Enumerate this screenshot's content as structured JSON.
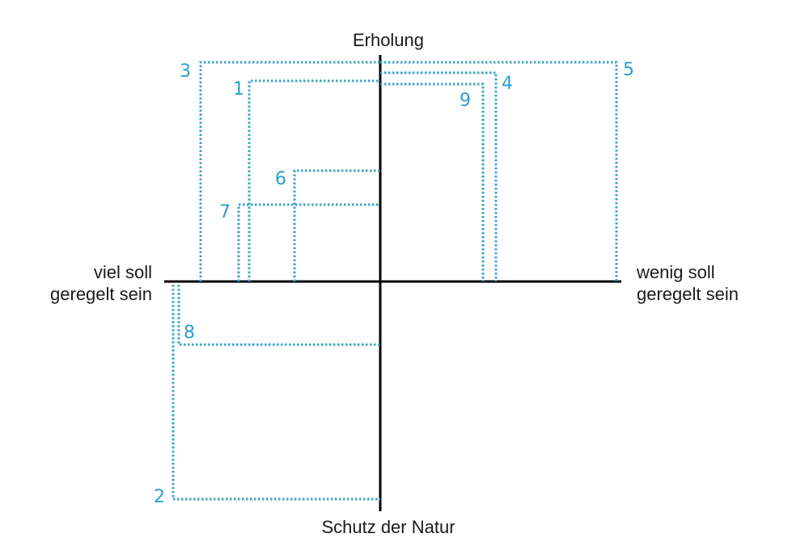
{
  "diagram": {
    "axes": {
      "top": "Erholung",
      "bottom": "Schutz der Natur",
      "left_line1": "viel soll",
      "left_line2": "geregelt sein",
      "right_line1": "wenig soll",
      "right_line2": "geregelt sein"
    },
    "colors": {
      "accent": "#3aa4c9",
      "number": "#2b9fd0",
      "axis": "#000000"
    },
    "boxes": [
      {
        "id": "1",
        "label": "1"
      },
      {
        "id": "2",
        "label": "2"
      },
      {
        "id": "3",
        "label": "3"
      },
      {
        "id": "4",
        "label": "4"
      },
      {
        "id": "5",
        "label": "5"
      },
      {
        "id": "6",
        "label": "6"
      },
      {
        "id": "7",
        "label": "7"
      },
      {
        "id": "8",
        "label": "8"
      },
      {
        "id": "9",
        "label": "9"
      }
    ]
  }
}
